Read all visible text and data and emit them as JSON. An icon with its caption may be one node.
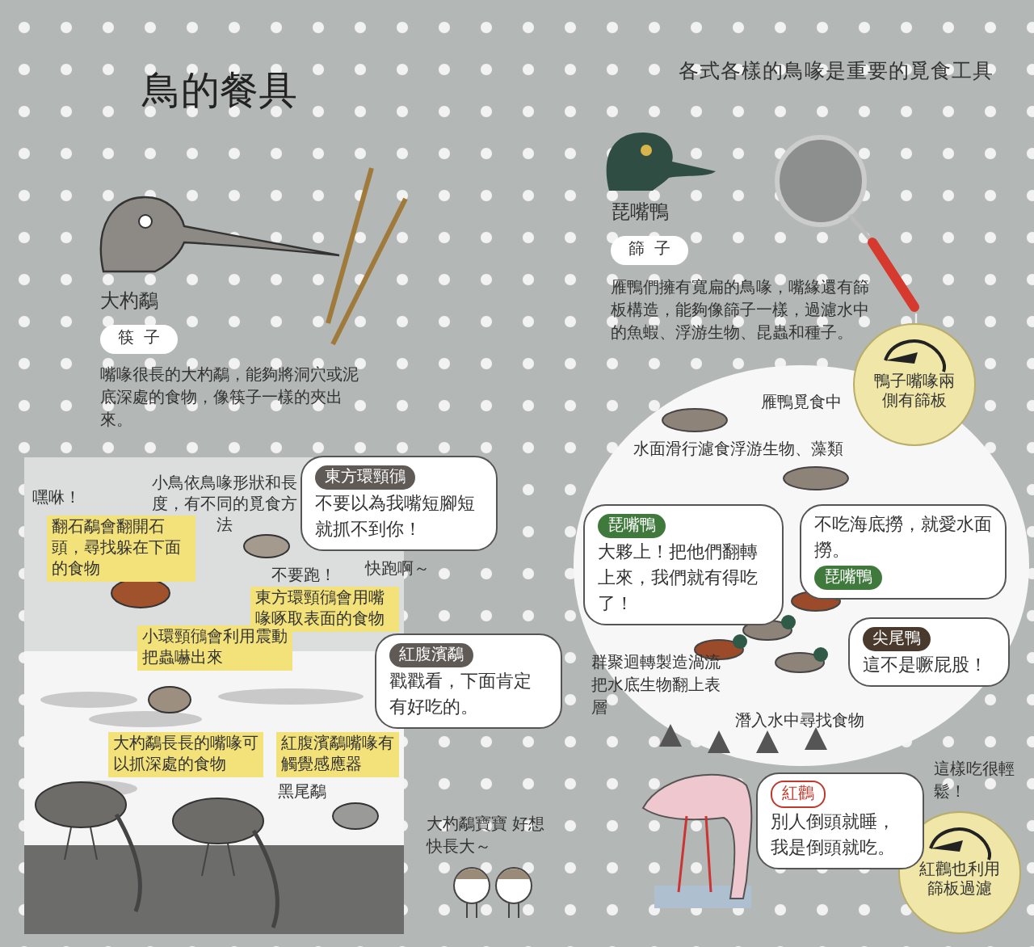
{
  "diagram": {
    "title": "鳥的餐具",
    "nodes": [
      {
        "text": [
          "筷子"
        ],
        "beside": [
          "大杓鷸"
        ]
      },
      {
        "text": [
          "篩子"
        ],
        "beside": [
          "琵嘴鴨"
        ]
      },
      {
        "text": [
          "小鳥依鳥喙形狀和長度，有不同的覓食方法"
        ]
      },
      {
        "text": [
          "翻石鷸會翻開石頭，尋找躲在下面的食物"
        ],
        "in": 2
      },
      {
        "text": [
          "東方環頸鴴會用嘴喙啄取表面的食物"
        ],
        "in": 2
      },
      {
        "text": [
          "小環頸鴴會利用震動把蟲嚇出來"
        ],
        "in": 2
      },
      {
        "text": [
          "大杓鷸長長的嘴喙可以抓深處的食物"
        ],
        "in": 2
      },
      {
        "text": [
          "紅腹濱鷸嘴喙有觸覺感應器"
        ],
        "in": 2
      },
      {
        "text": [
          "東方環頸鴴",
          "不要以為我嘴短腳短就抓不到你！"
        ]
      },
      {
        "text": [
          "紅腹濱鷸",
          "戳戳看，下面肯定有好吃的。"
        ]
      },
      {
        "text": [
          "雁鴨覓食中"
        ]
      },
      {
        "text": [
          "琵嘴鴨",
          "大夥上！把他們翻轉上來，我們就有得吃了！"
        ],
        "in": 10
      },
      {
        "text": [
          "不吃海底撈，就愛水面撈。",
          "琵嘴鴨"
        ],
        "in": 10
      },
      {
        "text": [
          "尖尾鴨",
          "這不是噘屁股！"
        ],
        "in": 10
      },
      {
        "text": [
          "鴨子嘴喙兩側有篩板"
        ]
      },
      {
        "text": [
          "紅鸛",
          "別人倒頭就睡，我是倒頭就吃。"
        ]
      },
      {
        "text": [
          "紅鸛也利用篩板過濾"
        ]
      }
    ],
    "labels": [
      "各式各樣的鳥喙是重要的覓食工具",
      "嘴喙很長的大杓鷸，能夠將洞穴或泥底深處的食物，像筷子一樣的夾出來。",
      "雁鴨們擁有寬扁的鳥喙，嘴緣還有篩板構造，能夠像篩子一樣，過濾水中的魚蝦、浮游生物、昆蟲和種子。",
      "嘿咻！",
      "不要跑！",
      "快跑啊～",
      "黑尾鷸",
      "大杓鷸寶寶 好想快長大～",
      "水面滑行濾食浮游生物、藻類",
      "群聚迴轉製造渦流把水底生物翻上表層",
      "潛入水中尋找食物",
      "這樣吃很輕鬆！"
    ]
  }
}
